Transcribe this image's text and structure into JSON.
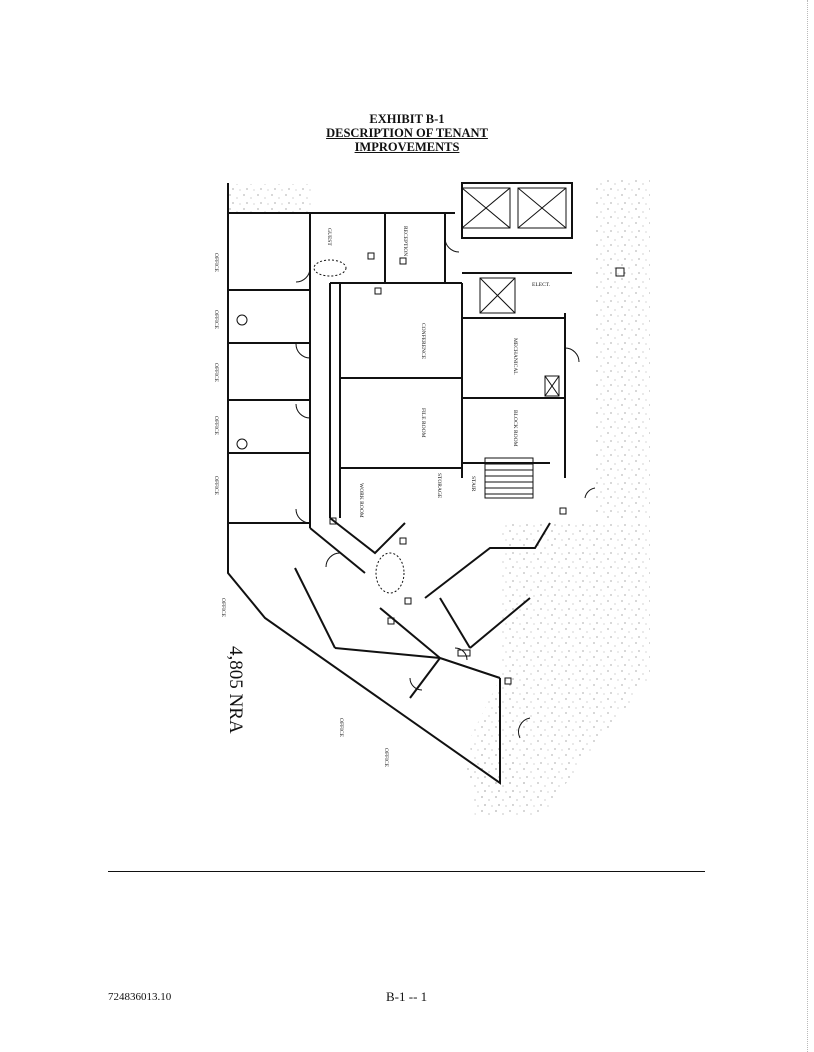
{
  "heading": {
    "exhibit": "EXHIBIT B-1",
    "line2": "DESCRIPTION OF TENANT",
    "line3": "IMPROVEMENTS"
  },
  "plan": {
    "area_label": "4,805 NRA",
    "rooms": {
      "office_1": "OFFICE",
      "office_2": "OFFICE",
      "office_3": "OFFICE",
      "office_4": "OFFICE",
      "office_5": "OFFICE",
      "office_6": "OFFICE",
      "office_7": "OFFICE",
      "office_8": "OFFICE",
      "reception": "RECEPTION",
      "guest": "GUEST",
      "conference": "CONFERENCE",
      "file_room": "FILE ROOM",
      "work_room": "WORK ROOM",
      "storage": "STORAGE",
      "mechanical": "MECHANICAL",
      "block_room": "BLOCK ROOM",
      "stair": "STAIR",
      "elect": "ELECT."
    }
  },
  "footer": {
    "doc_id": "724836013.10",
    "page": "B-1 -- 1"
  }
}
